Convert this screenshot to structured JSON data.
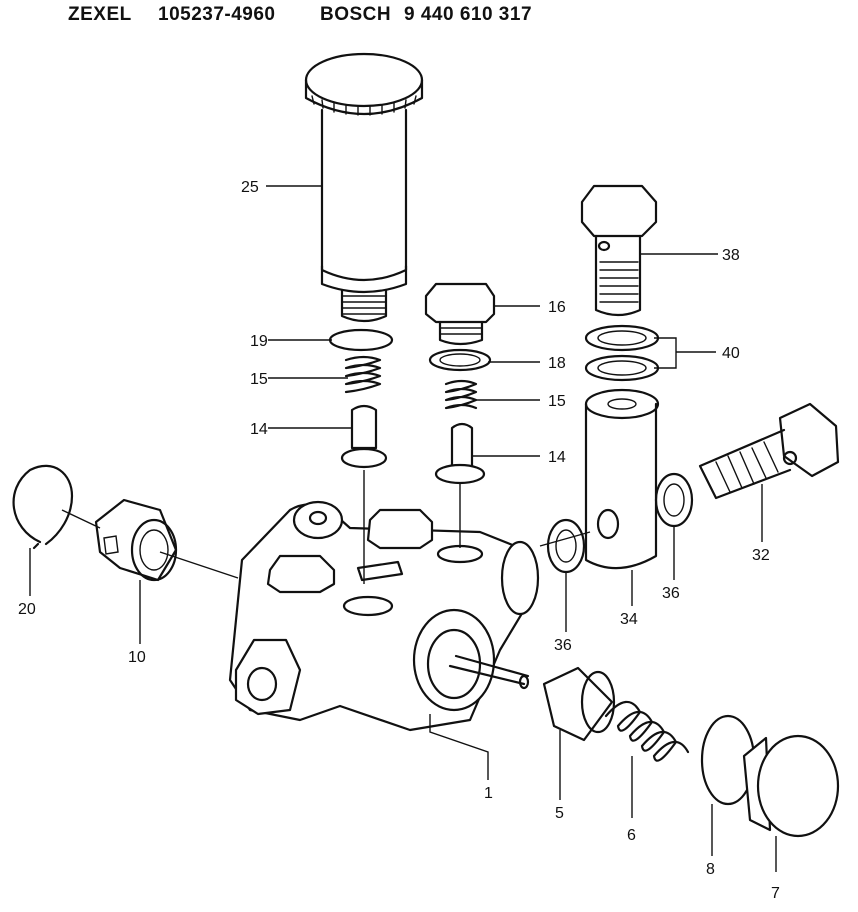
{
  "header": {
    "brand1": "ZEXEL",
    "part1": "105237-4960",
    "brand2": "BOSCH",
    "part2": "9 440 610 317"
  },
  "callouts": [
    "25",
    "19",
    "15",
    "14",
    "16",
    "18",
    "15",
    "14",
    "38",
    "40",
    "32",
    "36",
    "36",
    "34",
    "20",
    "10",
    "1",
    "5",
    "6",
    "8",
    "7"
  ]
}
